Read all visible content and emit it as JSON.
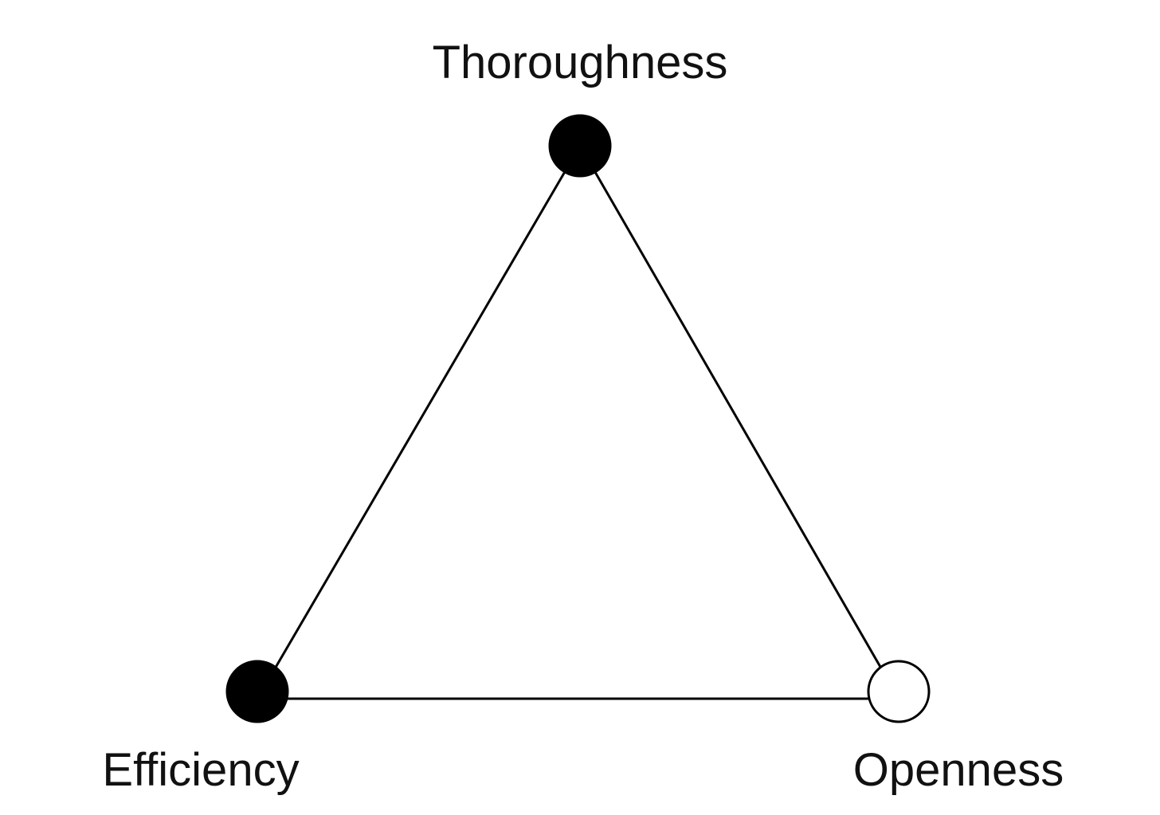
{
  "nodes": {
    "top": {
      "label": "Thoroughness",
      "filled": true
    },
    "left": {
      "label": "Efficiency",
      "filled": true
    },
    "right": {
      "label": "Openness",
      "filled": false
    }
  },
  "colors": {
    "line": "#000000",
    "filled_node": "#000000",
    "empty_node": "#ffffff",
    "text": "#111111"
  }
}
